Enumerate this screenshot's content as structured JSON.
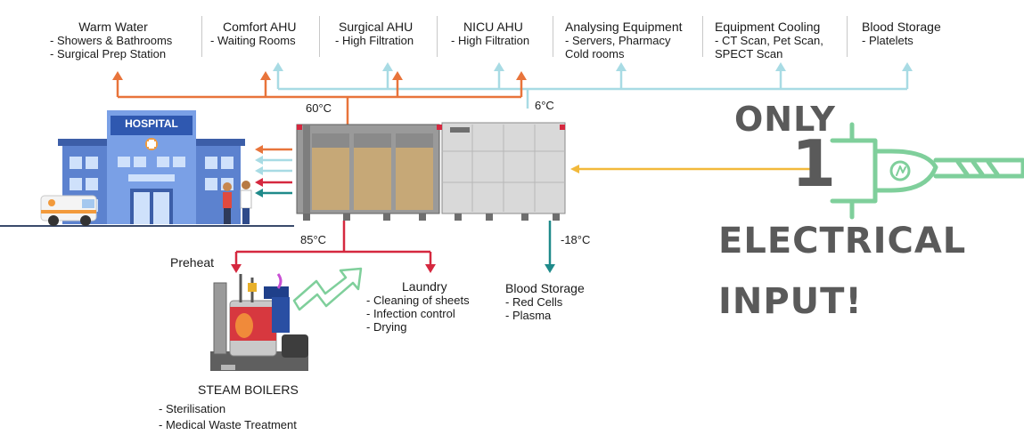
{
  "columns": [
    {
      "title": "Warm Water",
      "lines": [
        "-   Showers & Bathrooms",
        "-   Surgical Prep Station"
      ]
    },
    {
      "title": "Comfort AHU",
      "lines": [
        "- Waiting Rooms"
      ]
    },
    {
      "title": "Surgical AHU",
      "lines": [
        "- High Filtration"
      ]
    },
    {
      "title": "NICU AHU",
      "lines": [
        "- High Filtration"
      ]
    },
    {
      "title": "Analysing Equipment",
      "lines": [
        "- Servers, Pharmacy",
        "Cold rooms"
      ]
    },
    {
      "title": "Equipment Cooling",
      "lines": [
        "- CT Scan, Pet Scan,",
        "SPECT Scan"
      ]
    },
    {
      "title": "Blood Storage",
      "lines": [
        "-   Platelets"
      ]
    }
  ],
  "temps": {
    "hot": "60°C",
    "cold": "6°C",
    "hot_low": "85°C",
    "freeze": "-18°C"
  },
  "hospital_sign": "HOSPITAL",
  "preheat": "Preheat",
  "laundry": {
    "title": "Laundry",
    "lines": [
      "-   Cleaning of sheets",
      "-   Infection control",
      "-   Drying"
    ]
  },
  "blood_storage_low": {
    "title": "Blood Storage",
    "lines": [
      "-   Red Cells",
      "-   Plasma"
    ]
  },
  "steam": {
    "title": "STEAM BOILERS",
    "lines": [
      "-   Sterilisation",
      "-   Medical Waste Treatment"
    ]
  },
  "slogan": {
    "only": "ONLY",
    "number": "1",
    "electrical": "ELECTRICAL",
    "input": "INPUT!"
  },
  "colors": {
    "orange": "#e8743b",
    "lightblue": "#a8dbe4",
    "red": "#d5283f",
    "teal": "#1f8a8a",
    "yellow": "#f2b93b",
    "green": "#7fcf9b",
    "grey_text": "#5a5a5a"
  }
}
